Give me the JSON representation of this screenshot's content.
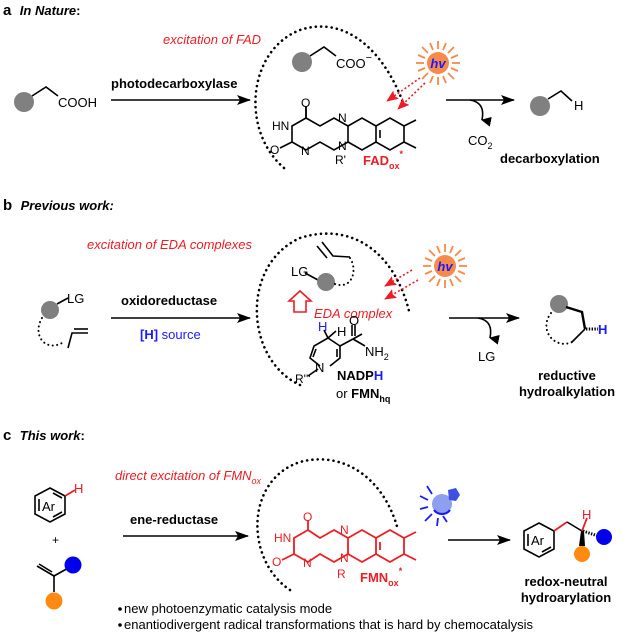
{
  "colors": {
    "red": "#ee1c24",
    "blue": "#1a1aff",
    "orange_sun": "#f58a4b",
    "gray_sphere": "#808080",
    "blue_sphere": "#0000ee",
    "orange_sphere": "#ff8a12",
    "bulb": "#8f9ff0"
  },
  "panel_a": {
    "letter": "a",
    "title": "In Nature",
    "colon": ":",
    "substrate": "COOH",
    "enzyme": "photodecarboxylase",
    "excitation": "excitation of FAD",
    "intermediate": "COO",
    "charge": "−",
    "hv": "hv",
    "flavin_O1": "O",
    "flavin_O2": "O",
    "flavin_HN": "HN",
    "flavin_N1": "N",
    "flavin_N2": "N",
    "flavin_N3": "N",
    "flavin_R": "R'",
    "cofactor": "FAD",
    "cofactor_sub": "ox",
    "cofactor_sup": "*",
    "byproduct": "CO",
    "byproduct_sub": "2",
    "product_H": "H",
    "product_label": "decarboxylation"
  },
  "panel_b": {
    "letter": "b",
    "title": "Previous work:",
    "substrate_LG": "LG",
    "enzyme": "oxidoreductase",
    "h_source_bracket": "[H]",
    "h_source": " source",
    "excitation": "excitation of EDA complexes",
    "complex_LG": "LG",
    "eda_label": "EDA complex",
    "hv": "hv",
    "nadph_H_blue": "H",
    "nadph_H": "H",
    "nadph_O": "O",
    "nadph_NH": "NH",
    "nadph_NH_sub": "2",
    "nadph_N": "N",
    "nadph_R": "R'''",
    "cofactor1": "NADP",
    "cofactor1_H": "H",
    "cofactor2_pre": "or ",
    "cofactor2": "FMN",
    "cofactor2_sub": "hq",
    "byproduct": "LG",
    "product_H": "H",
    "product_label_1": "reductive",
    "product_label_2": "hydroalkylation"
  },
  "panel_c": {
    "letter": "c",
    "title": "This work",
    "colon": ":",
    "arene_label": "Ar",
    "arene_H": "H",
    "plus": "+",
    "enzyme": "ene-reductase",
    "excitation": "direct excitation of FMN",
    "excitation_sub": "ox",
    "flavin_O1": "O",
    "flavin_O2": "O",
    "flavin_HN": "HN",
    "flavin_N1": "N",
    "flavin_N2": "N",
    "flavin_N3": "N",
    "flavin_R": "R",
    "cofactor": "FMN",
    "cofactor_sub": "ox",
    "cofactor_sup": "*",
    "product_Ar": "Ar",
    "product_H": "H",
    "product_label_1": "redox-neutral",
    "product_label_2": "hydroarylation",
    "bullets": [
      "new photoenzymatic catalysis mode",
      "enantiodivergent radical transformations that is hard by chemocatalysis"
    ]
  }
}
